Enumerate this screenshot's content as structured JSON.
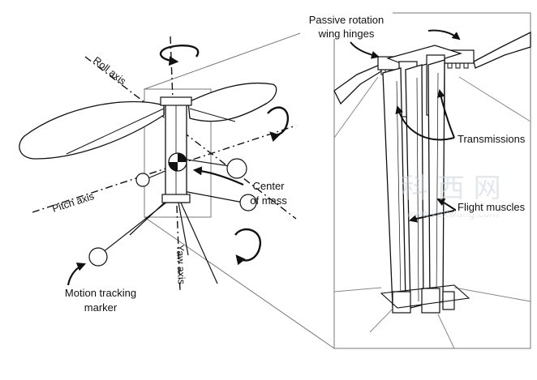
{
  "labels": {
    "roll_axis": "Roll axis",
    "pitch_axis": "Pitch axis",
    "yaw_axis": "Yaw axis",
    "center_of_mass_line1": "Center",
    "center_of_mass_line2": "of mass",
    "motion_marker_line1": "Motion tracking",
    "motion_marker_line2": "marker",
    "hinges_line1": "Passive rotation",
    "hinges_line2": "wing hinges",
    "transmissions": "Transmissions",
    "flight_muscles": "Flight muscles"
  },
  "watermark": {
    "chars": "科 西 网",
    "url": "www.kexwang.com"
  },
  "colors": {
    "ink": "#111111",
    "frame": "#777777",
    "watermark": "#cdd6de"
  }
}
